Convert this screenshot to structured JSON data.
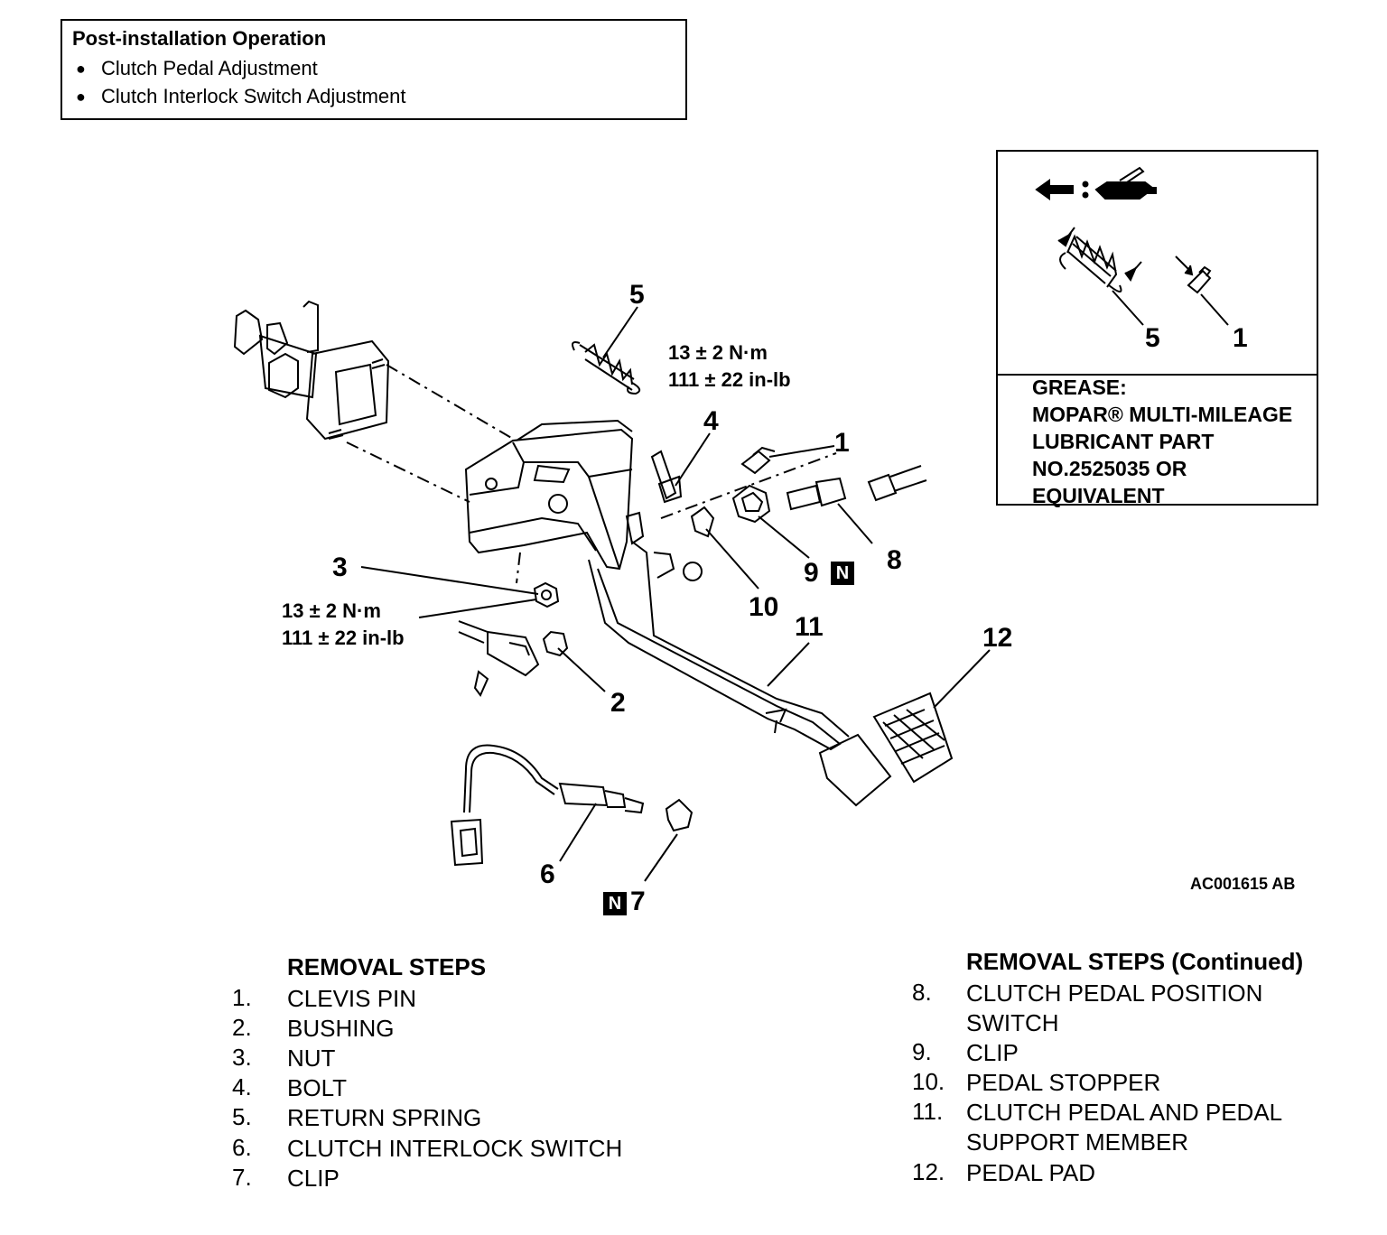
{
  "post_installation": {
    "title": "Post-installation Operation",
    "items": [
      "Clutch Pedal Adjustment",
      "Clutch Interlock Switch Adjustment"
    ]
  },
  "grease_box": {
    "callouts": [
      "5",
      "1"
    ],
    "lines": [
      "GREASE:",
      "MOPAR® MULTI-MILEAGE",
      "LUBRICANT PART",
      "NO.2525035 OR",
      "EQUIVALENT"
    ]
  },
  "torque": {
    "bolt4": [
      "13 ± 2 N·m",
      "111 ± 22 in-lb"
    ],
    "nut3": [
      "13 ± 2 N·m",
      "111 ± 22 in-lb"
    ]
  },
  "callouts": {
    "c1": "1",
    "c2": "2",
    "c3": "3",
    "c4": "4",
    "c5": "5",
    "c6": "6",
    "c7": "7",
    "c8": "8",
    "c9": "9",
    "c10": "10",
    "c11": "11",
    "c12": "12",
    "n_badge": "N"
  },
  "figure_id": "AC001615 AB",
  "removal_steps": {
    "title": "REMOVAL STEPS",
    "items": [
      {
        "num": "1.",
        "label": "CLEVIS PIN"
      },
      {
        "num": "2.",
        "label": "BUSHING"
      },
      {
        "num": "3.",
        "label": "NUT"
      },
      {
        "num": "4.",
        "label": "BOLT"
      },
      {
        "num": "5.",
        "label": "RETURN SPRING"
      },
      {
        "num": "6.",
        "label": "CLUTCH INTERLOCK SWITCH"
      },
      {
        "num": "7.",
        "label": "CLIP"
      }
    ]
  },
  "removal_steps_continued": {
    "title": "REMOVAL STEPS (Continued)",
    "items": [
      {
        "num": "8.",
        "label_lines": [
          "CLUTCH PEDAL POSITION",
          "SWITCH"
        ]
      },
      {
        "num": "9.",
        "label_lines": [
          "CLIP"
        ]
      },
      {
        "num": "10.",
        "label_lines": [
          "PEDAL STOPPER"
        ]
      },
      {
        "num": "11.",
        "label_lines": [
          "CLUTCH PEDAL AND PEDAL",
          "SUPPORT MEMBER"
        ]
      },
      {
        "num": "12.",
        "label_lines": [
          "PEDAL PAD"
        ]
      }
    ]
  }
}
